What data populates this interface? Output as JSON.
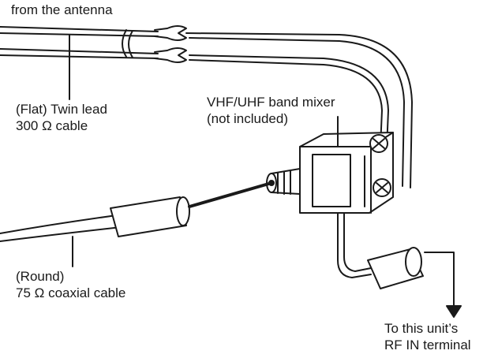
{
  "labels": {
    "antenna": "from the antenna",
    "twin_lead_line1": "(Flat) Twin lead",
    "twin_lead_line2": "300 Ω cable",
    "mixer_line1": "VHF/UHF band mixer",
    "mixer_line2": "(not included)",
    "coax_line1": "(Round)",
    "coax_line2": "75 Ω coaxial cable",
    "rfin_line1": "To this unit’s",
    "rfin_line2": "RF IN terminal"
  },
  "colors": {
    "ink": "#1a1a1a",
    "fill_light": "#ffffff",
    "fill_shade": "#d9d9d9"
  }
}
